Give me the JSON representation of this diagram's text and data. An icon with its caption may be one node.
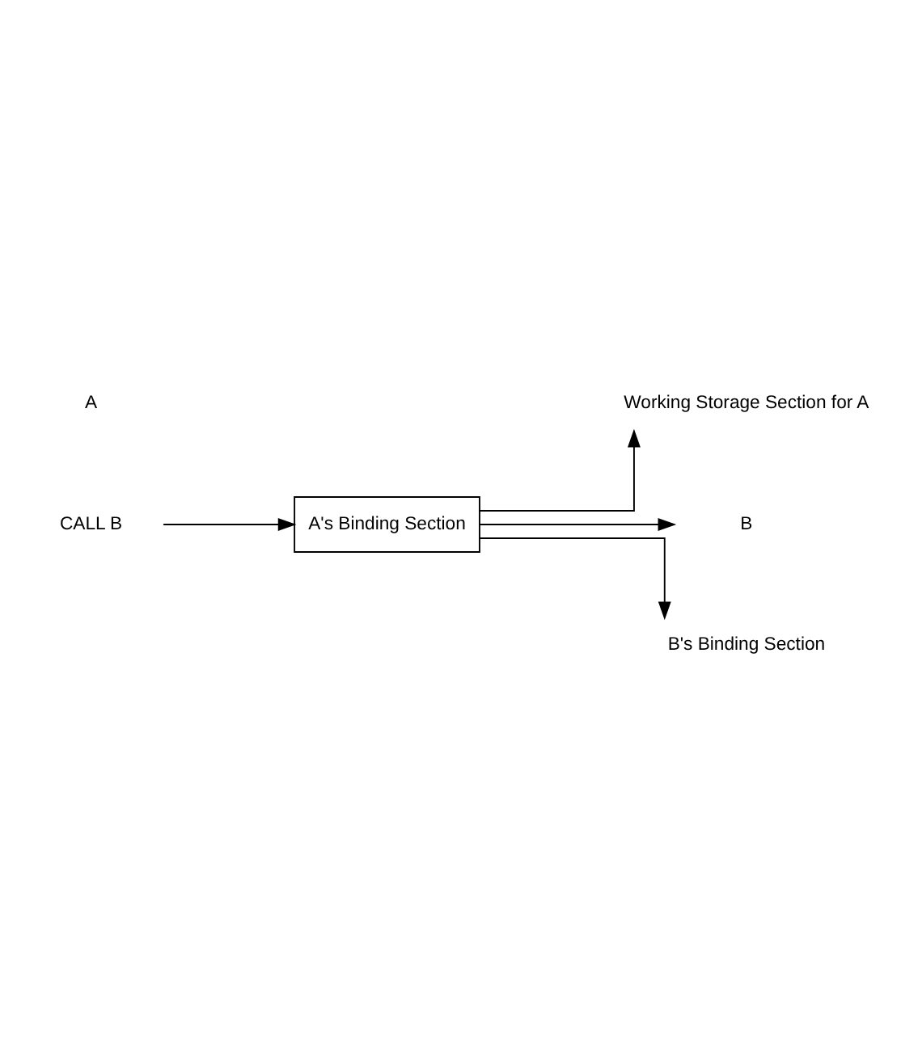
{
  "diagram": {
    "nodes": [
      {
        "text": [
          "CALL B"
        ]
      },
      {
        "text": [
          "A's Binding Section"
        ]
      },
      {
        "text": [
          "Working Storage Section for A"
        ]
      },
      {
        "text": [
          "B"
        ]
      },
      {
        "text": [
          "B's Binding Section"
        ]
      }
    ],
    "edges": [
      {
        "from": 0,
        "to": 1,
        "arrow": "to"
      },
      {
        "from": 1,
        "to": 2,
        "arrow": "to"
      },
      {
        "from": 1,
        "to": 3,
        "arrow": "to"
      },
      {
        "from": 1,
        "to": 4,
        "arrow": "to"
      }
    ],
    "labels": [
      "A"
    ]
  }
}
